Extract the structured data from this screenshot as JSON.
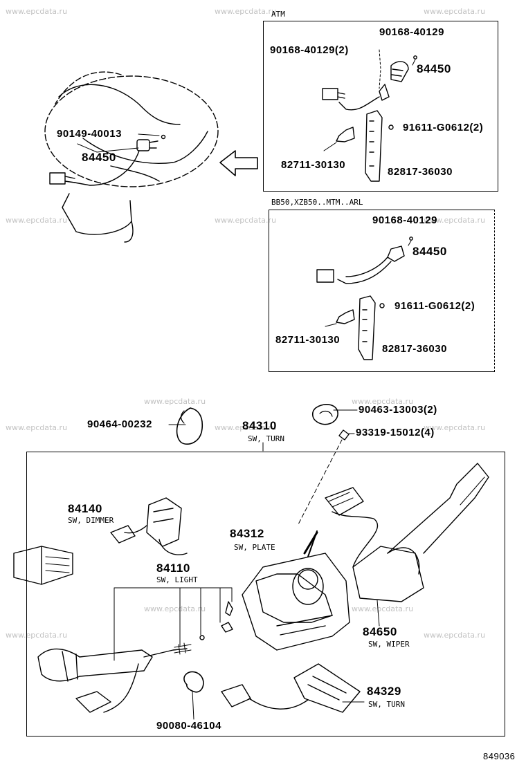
{
  "watermark": "www.epcdata.ru",
  "figure_number": "849036",
  "atm_variant": {
    "heading": "ATM",
    "parts": {
      "screw_top": "90168-40129",
      "screw_pair": "90168-40129(2)",
      "switch": "84450",
      "bolt": "91611-G0612(2)",
      "clip": "82711-30130",
      "bracket": "82817-36030"
    }
  },
  "mtm_variant": {
    "heading": "BB50,XZB50..MTM..ARL",
    "parts": {
      "screw": "90168-40129",
      "switch": "84450",
      "bolt": "91611-G0612(2)",
      "clip": "82711-30130",
      "bracket": "82817-36030"
    }
  },
  "steering_wheel": {
    "screw": "90149-40013",
    "switch": "84450"
  },
  "column_assembly": {
    "clamp_left": "90464-00232",
    "combo_switch": {
      "number": "84310",
      "desc": "SW, TURN"
    },
    "clamp_right": "90463-13003(2)",
    "screw": "93319-15012(4)",
    "dimmer": {
      "number": "84140",
      "desc": "SW, DIMMER"
    },
    "plate": {
      "number": "84312",
      "desc": "SW, PLATE"
    },
    "light": {
      "number": "84110",
      "desc": "SW, LIGHT"
    },
    "wiper": {
      "number": "84650",
      "desc": "SW, WIPER"
    },
    "turn": {
      "number": "84329",
      "desc": "SW, TURN"
    },
    "clamp_bottom": "90080-46104"
  }
}
